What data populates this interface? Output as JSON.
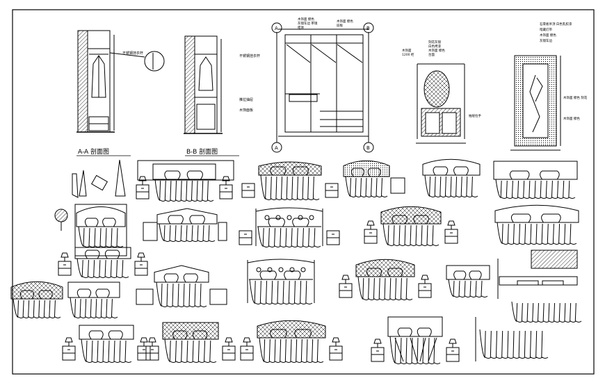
{
  "drawing": {
    "labels": {
      "section_aa": "A-A 剖面图",
      "section_bb": "B-B 剖面图",
      "marker_a": "A",
      "marker_b": "B"
    },
    "callouts": {
      "wardrobe_a": "不锈钢挂衣杆",
      "wardrobe_b_rod": "不锈钢挂衣杆",
      "wardrobe_b_drawer": "推拉抽屉",
      "wardrobe_b_shelf": "木饰面板",
      "plan_top_left_1": "木饰面 擦色",
      "plan_top_left_2": "灰镜车边 茶镜",
      "plan_top_left_3": "柜体",
      "plan_top_right_1": "木饰面 擦色",
      "plan_top_right_2": "层板",
      "dresser_1": "刻花灰镜",
      "dresser_2": "白色烤漆",
      "dresser_3": "木饰面 擦色",
      "dresser_4": "台面",
      "dresser_left_1": "木饰面",
      "dresser_left_2": "1200 柜",
      "dresser_side": "抽屉拉手",
      "tall_1": "石膏板吊顶 白色乳胶漆",
      "tall_2": "暗藏灯带",
      "tall_3": "木饰面 擦色",
      "tall_4": "灰镜车边",
      "tall_side_1": "木饰面 擦色 刻花",
      "tall_side_2": "木饰面 擦色"
    }
  }
}
